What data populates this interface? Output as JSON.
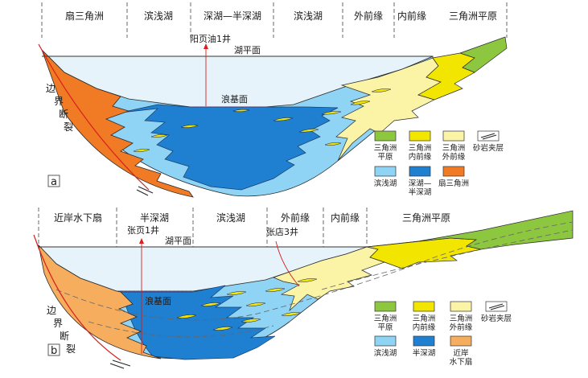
{
  "panel_a": {
    "tag": "a",
    "header": [
      "扇三角洲",
      "滨浅湖",
      "深湖—半深湖",
      "滨浅湖",
      "外前缘",
      "内前缘",
      "三角洲平原"
    ],
    "well": "阳页油1井",
    "lake_level": "湖平面",
    "wave_base": "浪基面",
    "fault_label": [
      "边",
      "界",
      "断",
      "裂"
    ],
    "legend": [
      {
        "lines": [
          "三角洲",
          "平原"
        ],
        "color": "#8dc63f"
      },
      {
        "lines": [
          "三角洲",
          "内前缘"
        ],
        "color": "#f2e600"
      },
      {
        "lines": [
          "三角洲",
          "外前缘"
        ],
        "color": "#fbf3a6"
      },
      {
        "lines": [
          "砂岩夹层"
        ],
        "color": "#ffffff"
      },
      {
        "lines": [
          "滨浅湖"
        ],
        "color": "#8fd3f5"
      },
      {
        "lines": [
          "深湖—",
          "半深湖"
        ],
        "color": "#1f7fd1"
      },
      {
        "lines": [
          "扇三角洲"
        ],
        "color": "#f07b24"
      }
    ]
  },
  "panel_b": {
    "tag": "b",
    "header": [
      "近岸水下扇",
      "半深湖",
      "滨浅湖",
      "外前缘",
      "内前缘",
      "三角洲平原"
    ],
    "wells": [
      "张页1井",
      "张店3井"
    ],
    "lake_level": "湖平面",
    "wave_base": "浪基面",
    "fault_label": [
      "边",
      "界",
      "断",
      "裂"
    ],
    "legend": [
      {
        "lines": [
          "三角洲",
          "平原"
        ],
        "color": "#8dc63f"
      },
      {
        "lines": [
          "三角洲",
          "内前缘"
        ],
        "color": "#f2e600"
      },
      {
        "lines": [
          "三角洲",
          "外前缘"
        ],
        "color": "#fbf3a6"
      },
      {
        "lines": [
          "砂岩夹层"
        ],
        "color": "#ffffff"
      },
      {
        "lines": [
          "滨浅湖"
        ],
        "color": "#8fd3f5"
      },
      {
        "lines": [
          "半深湖"
        ],
        "color": "#1f7fd1"
      },
      {
        "lines": [
          "近岸",
          "水下扇"
        ],
        "color": "#f7ad5e"
      }
    ]
  }
}
